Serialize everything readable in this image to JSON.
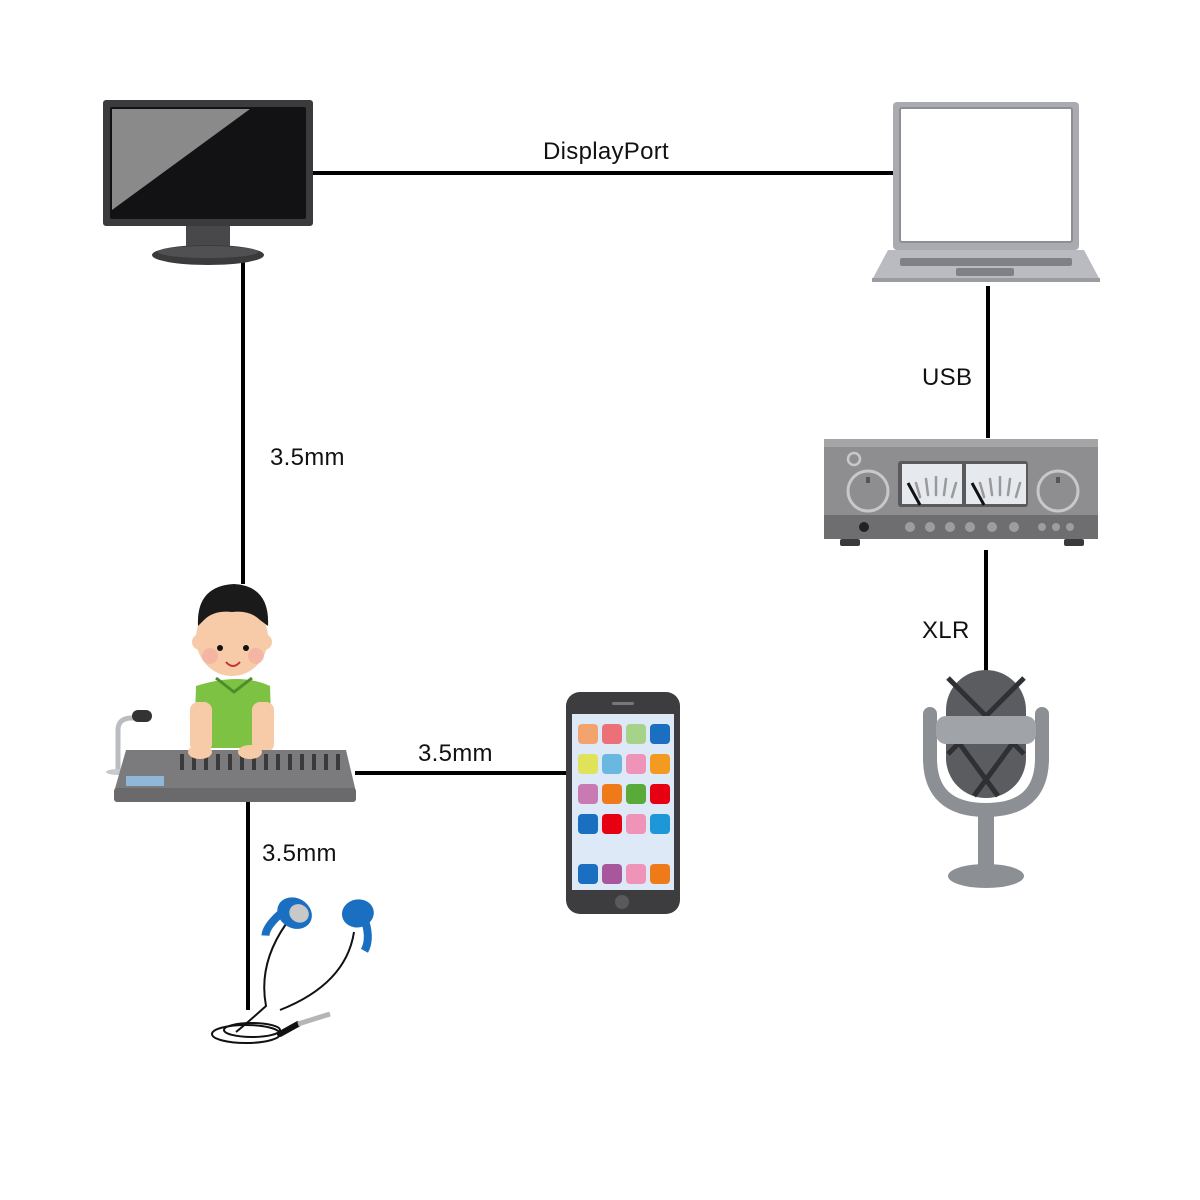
{
  "diagram": {
    "title": "Audio / video connection diagram",
    "nodes": [
      {
        "id": "monitor",
        "label": "Monitor"
      },
      {
        "id": "laptop",
        "label": "Laptop"
      },
      {
        "id": "audio-interface",
        "label": "Audio interface"
      },
      {
        "id": "microphone",
        "label": "Condenser microphone"
      },
      {
        "id": "mixer",
        "label": "Person at mixing console"
      },
      {
        "id": "smartphone",
        "label": "Smartphone"
      },
      {
        "id": "earphones",
        "label": "Earphones"
      }
    ],
    "connections": [
      {
        "from": "monitor",
        "to": "laptop",
        "label": "DisplayPort"
      },
      {
        "from": "laptop",
        "to": "audio-interface",
        "label": "USB"
      },
      {
        "from": "audio-interface",
        "to": "microphone",
        "label": "XLR"
      },
      {
        "from": "monitor",
        "to": "mixer",
        "label": "3.5mm"
      },
      {
        "from": "mixer",
        "to": "smartphone",
        "label": "3.5mm"
      },
      {
        "from": "mixer",
        "to": "earphones",
        "label": "3.5mm"
      }
    ]
  },
  "colors": {
    "wire": "#000000",
    "device_dark": "#3a3a3c",
    "device_light": "#a9abb0",
    "shirt": "#7dc242",
    "earphone": "#1a6fc0"
  },
  "phone_apps": [
    [
      "#f2a36e",
      "#ec7078",
      "#a7d28a",
      "#1a6fc0"
    ],
    [
      "#dfe35a",
      "#6ab7e0",
      "#ef93b9",
      "#f39a21"
    ],
    [
      "#c97ab2",
      "#ef7a1a",
      "#5aaa3a",
      "#e60012"
    ],
    [
      "#1a6fc0",
      "#e60012",
      "#ef93b9",
      "#1d97d7"
    ],
    [
      "#1a6fc0",
      "#a8579c",
      "#ef93b9",
      "#ef7a1a"
    ]
  ]
}
